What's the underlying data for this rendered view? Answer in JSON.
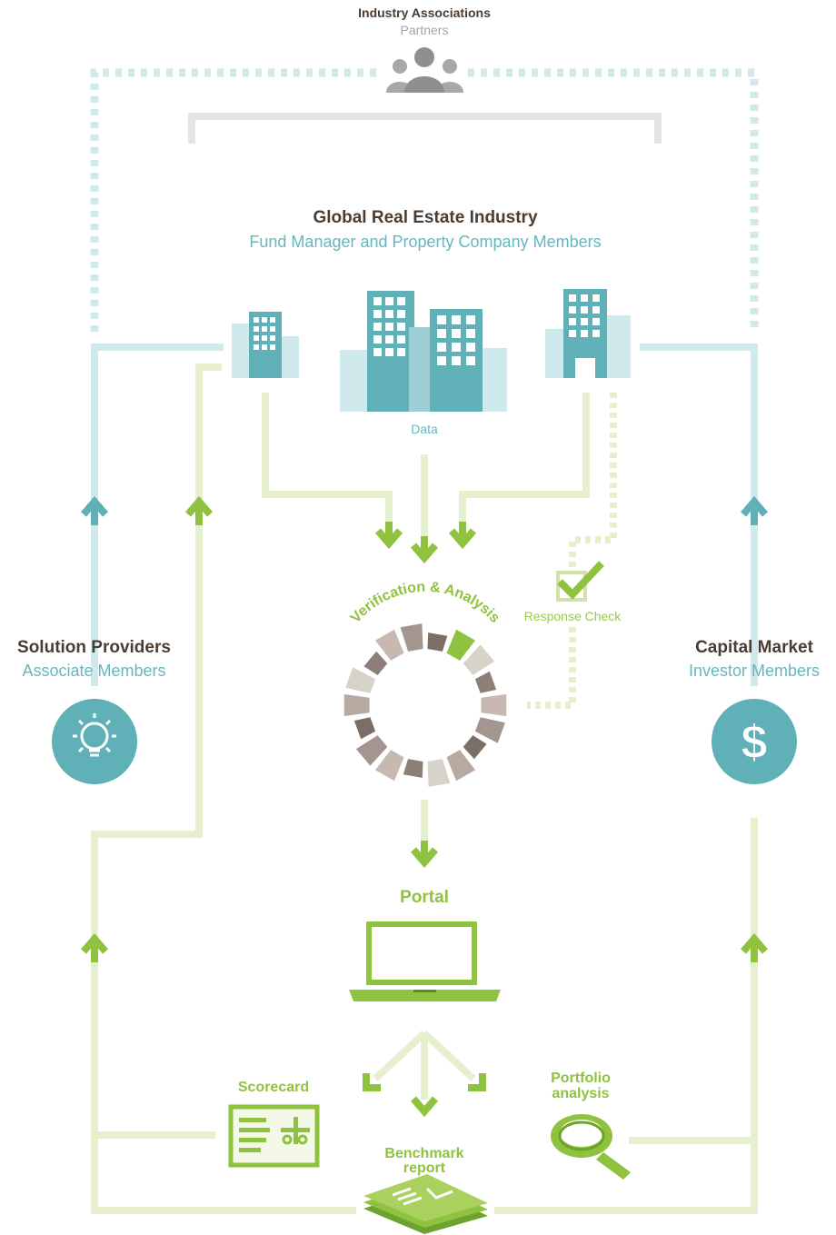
{
  "header": {
    "title": "Industry Associations",
    "subtitle": "Partners"
  },
  "industry": {
    "title": "Global Real Estate Industry",
    "subtitle": "Fund Manager and Property Company Members",
    "data_label": "Data"
  },
  "verification": {
    "label": "Verification & Analysis",
    "response_check": "Response Check"
  },
  "solution_providers": {
    "title": "Solution Providers",
    "subtitle": "Associate Members",
    "icon": "lightbulb-icon"
  },
  "capital_market": {
    "title": "Capital Market",
    "subtitle": "Investor Members",
    "icon": "dollar-icon"
  },
  "portal": {
    "label": "Portal",
    "icon": "laptop-icon"
  },
  "outputs": {
    "scorecard": "Scorecard",
    "benchmark_line1": "Benchmark",
    "benchmark_line2": "report",
    "portfolio_line1": "Portfolio",
    "portfolio_line2": "analysis"
  },
  "colors": {
    "dark_text": "#4a3c31",
    "teal": "#5fb1b7",
    "light_teal": "#cfe9ec",
    "green": "#8fc23f",
    "light_green": "#e6f0cf",
    "gray": "#e4e4e4"
  }
}
